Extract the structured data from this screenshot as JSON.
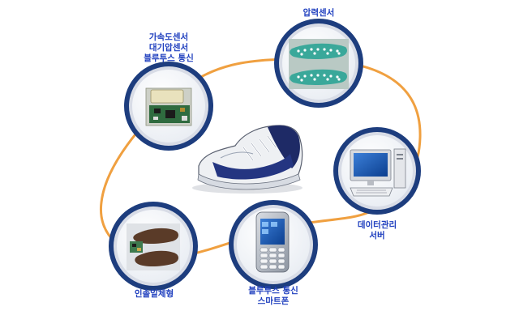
{
  "labels": {
    "sensor_board": [
      "가속도센서",
      "대기압센서",
      "블루투스 통신"
    ],
    "pressure": [
      "압력센서"
    ],
    "server": [
      "데이터관리",
      "서버"
    ],
    "phone": [
      "블루투스 통신",
      "스마트폰"
    ],
    "insole": [
      "인솔일체형"
    ]
  },
  "colors": {
    "loop": "#f0a040",
    "ring_outer": "#1d3d7e",
    "ring_inner": "#d8dce6",
    "label_text": "#1f3fbf"
  }
}
